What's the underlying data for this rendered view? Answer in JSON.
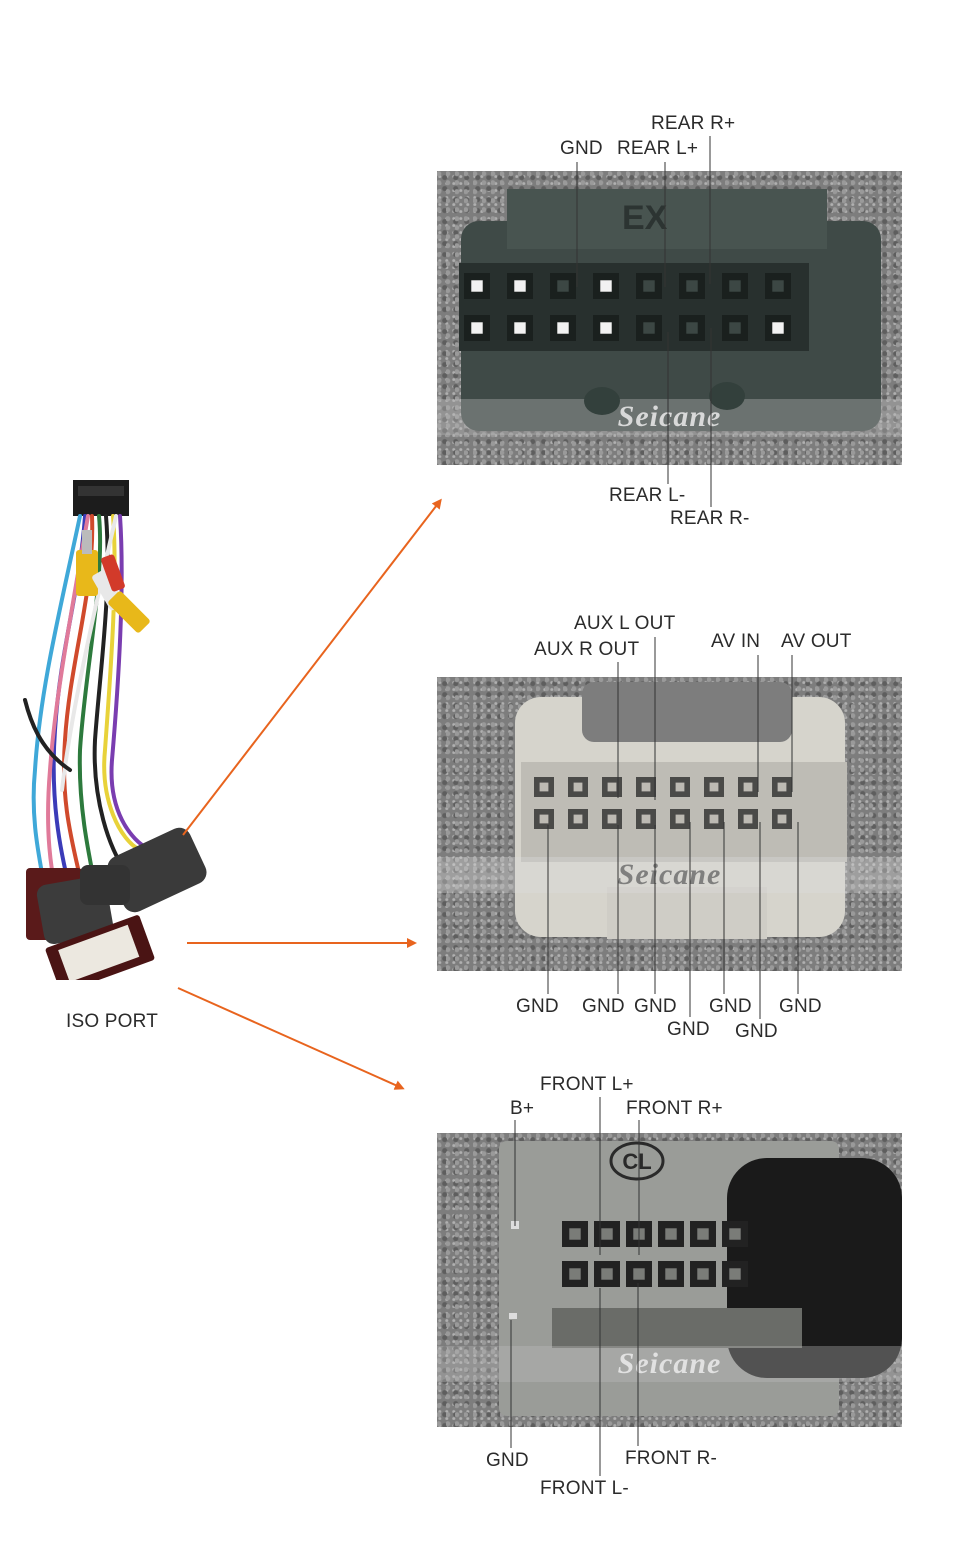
{
  "left_label": "ISO PORT",
  "watermark": "Seicane",
  "connector1": {
    "top": [
      "REAR R+",
      "GND",
      "REAR L+"
    ],
    "bottom": [
      "REAR L-",
      "REAR R-"
    ],
    "embossed": "EX"
  },
  "connector2": {
    "top": [
      "AUX L OUT",
      "AUX R OUT",
      "AV IN",
      "AV OUT"
    ],
    "bottom": [
      "GND",
      "GND",
      "GND",
      "GND",
      "GND",
      "GND",
      "GND"
    ]
  },
  "connector3": {
    "top": [
      "FRONT L+",
      "B+",
      "FRONT R+"
    ],
    "bottom": [
      "GND",
      "FRONT R-",
      "FRONT L-"
    ],
    "embossed": "CL"
  },
  "colors": {
    "arrow": "#e8641e",
    "leader": "#333333"
  }
}
